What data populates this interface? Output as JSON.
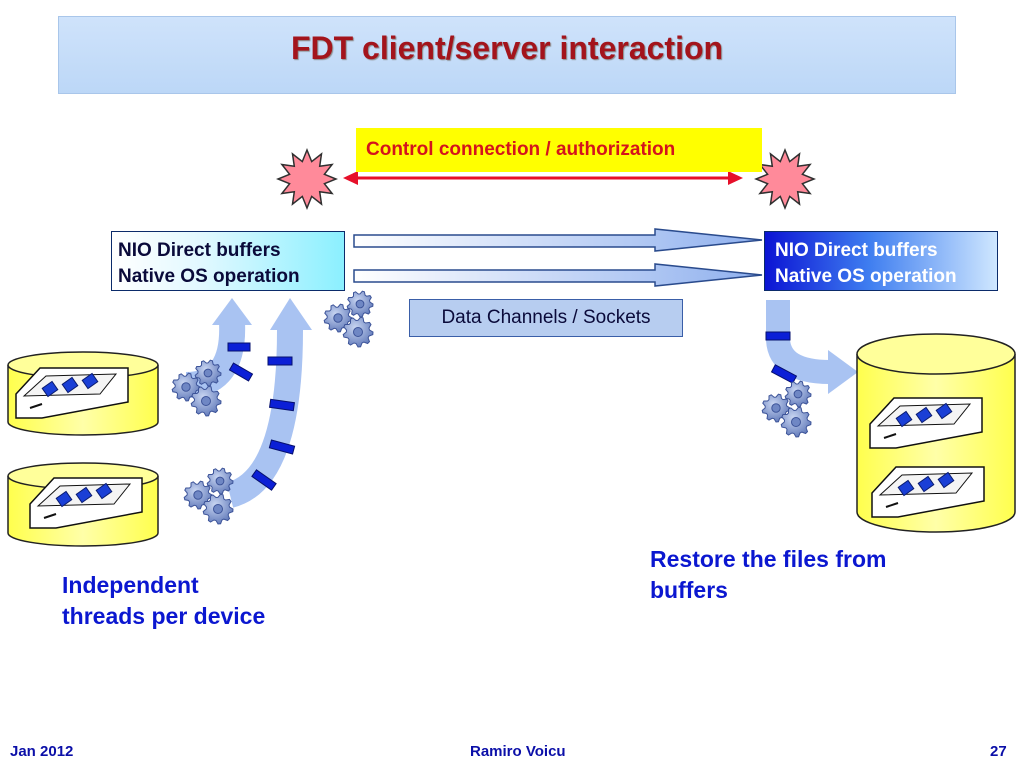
{
  "slide": {
    "title": "FDT client/server interaction",
    "control_label": "Control connection / authorization",
    "nio_left": {
      "line1": "NIO Direct buffers",
      "line2": "Native OS operation"
    },
    "nio_right": {
      "line1": "NIO Direct buffers",
      "line2": "Native OS operation"
    },
    "channels_label": "Data Channels / Sockets",
    "left_caption": {
      "line1": "Independent",
      "line2": "threads per device"
    },
    "right_caption": {
      "line1": "Restore the files from",
      "line2": "buffers"
    }
  },
  "footer": {
    "date": "Jan 2012",
    "author": "Ramiro Voicu",
    "page": "27"
  },
  "colors": {
    "title": "#a3141c",
    "accent_blue": "#0b17d0",
    "control_fill": "#ffff00",
    "control_text": "#d4141c",
    "disk_fill": "#ffff66",
    "arrow_fill": "#aac4f3"
  },
  "icons": [
    "burst-star-icon",
    "gear-icon",
    "disk-cylinder-icon",
    "file-drawer-icon"
  ]
}
